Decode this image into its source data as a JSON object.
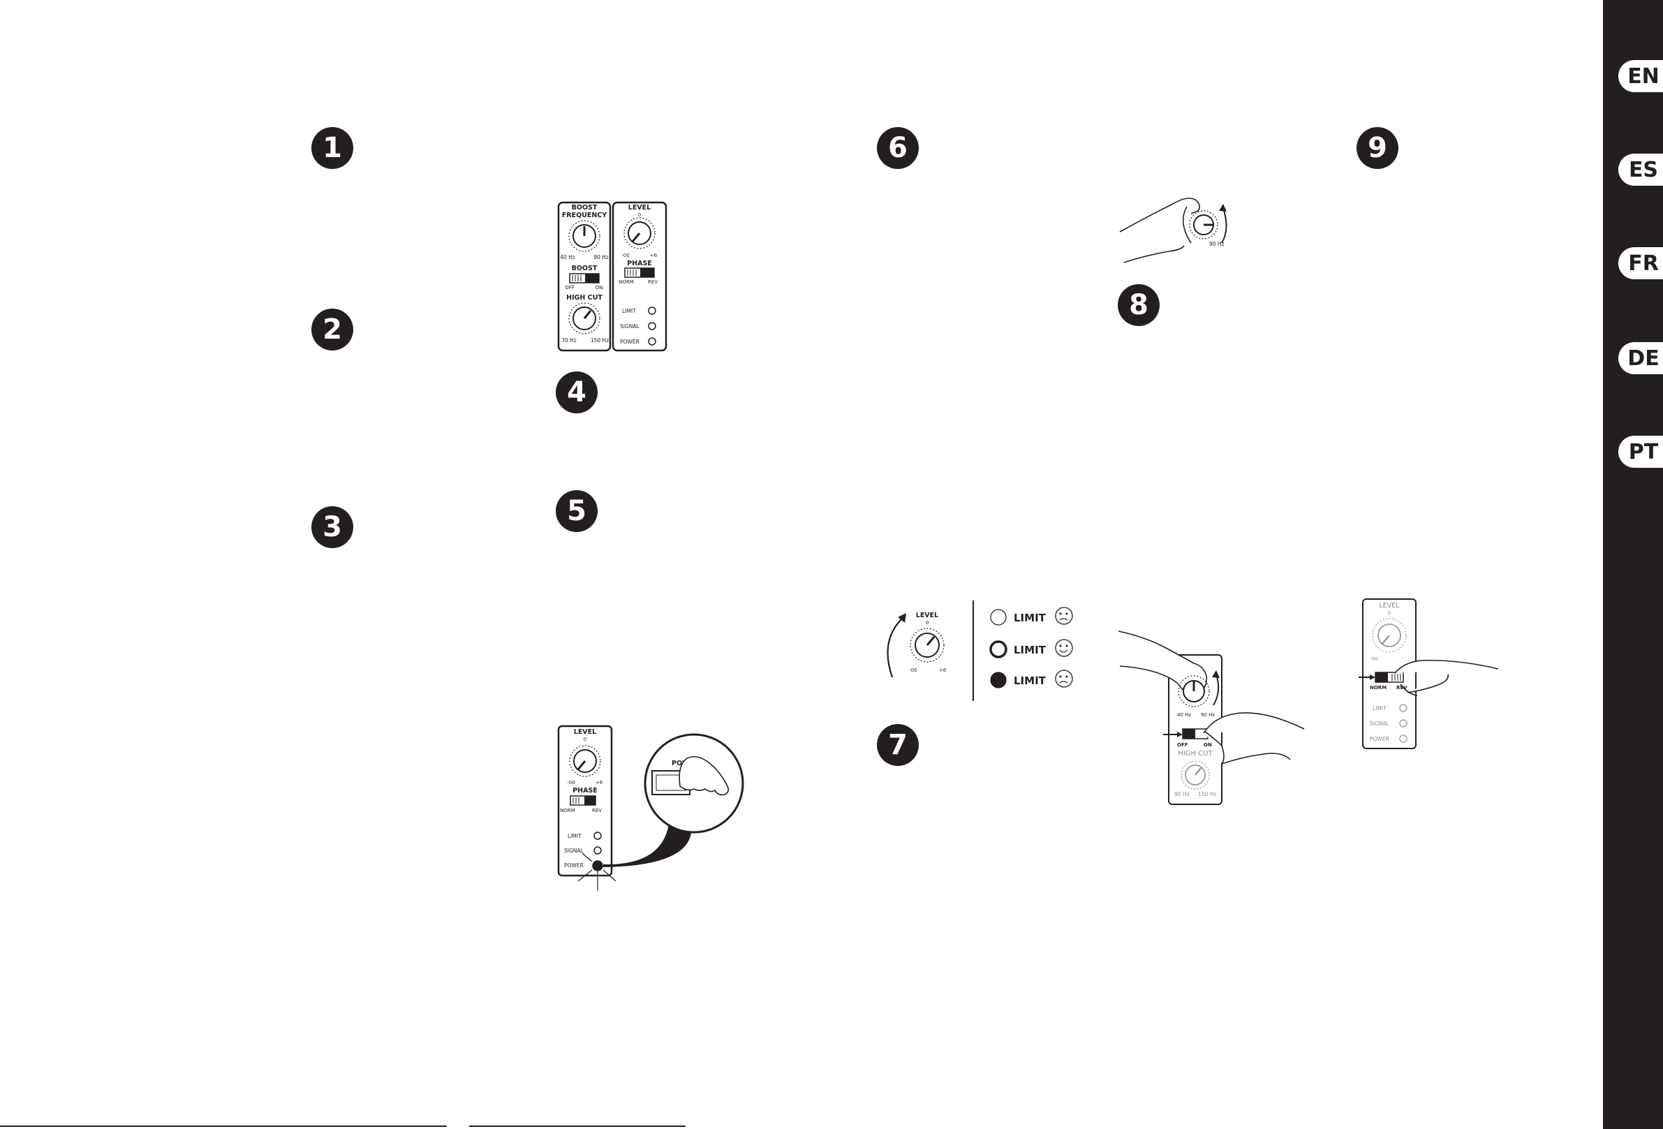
{
  "steps": [
    "1",
    "2",
    "3",
    "4",
    "5",
    "6",
    "7",
    "8",
    "9"
  ],
  "languages": [
    "EN",
    "ES",
    "FR",
    "DE",
    "PT"
  ],
  "panel1": {
    "boost_frequency": "BOOST FREQUENCY",
    "boost_frequency_line1": "BOOST",
    "boost_frequency_line2": "FREQUENCY",
    "freq_min": "40 Hz",
    "freq_max": "90 Hz",
    "boost": "BOOST",
    "off": "OFF",
    "on": "ON",
    "high_cut": "HIGH CUT",
    "hc_min": "70 Hz",
    "hc_max": "150 Hz",
    "level": "LEVEL",
    "zero": "0",
    "min_inf": "-00",
    "plus6": "+6",
    "phase": "PHASE",
    "norm": "NORM",
    "rev": "REV",
    "limit": "LIMIT",
    "signal": "SIGNAL",
    "power": "POWER"
  },
  "panel5": {
    "level": "LEVEL",
    "zero": "0",
    "min_inf": "-00",
    "plus6": "+6",
    "phase": "PHASE",
    "norm": "NORM",
    "rev": "REV",
    "limit": "LIMIT",
    "signal": "SIGNAL",
    "power": "POWER",
    "power_switch": "POWER"
  },
  "panel6": {
    "freq": "90 Hz"
  },
  "panel7": {
    "level": "LEVEL",
    "zero": "0",
    "min_inf": "-00",
    "plus6": "+6",
    "limit_rows": [
      "LIMIT",
      "LIMIT",
      "LIMIT"
    ]
  },
  "panel8": {
    "freq_min": "40 Hz",
    "freq_max": "90 Hz",
    "off": "OFF",
    "on": "ON",
    "high_cut": "HIGH CUT",
    "hc_min": "90 Hz",
    "hc_max": "150 Hz"
  },
  "panel9": {
    "level": "LEVEL",
    "zero": "0",
    "min_inf": "-00",
    "norm": "NORM",
    "rev": "REV",
    "limit": "LIMIT",
    "signal": "SIGNAL",
    "power": "POWER"
  }
}
